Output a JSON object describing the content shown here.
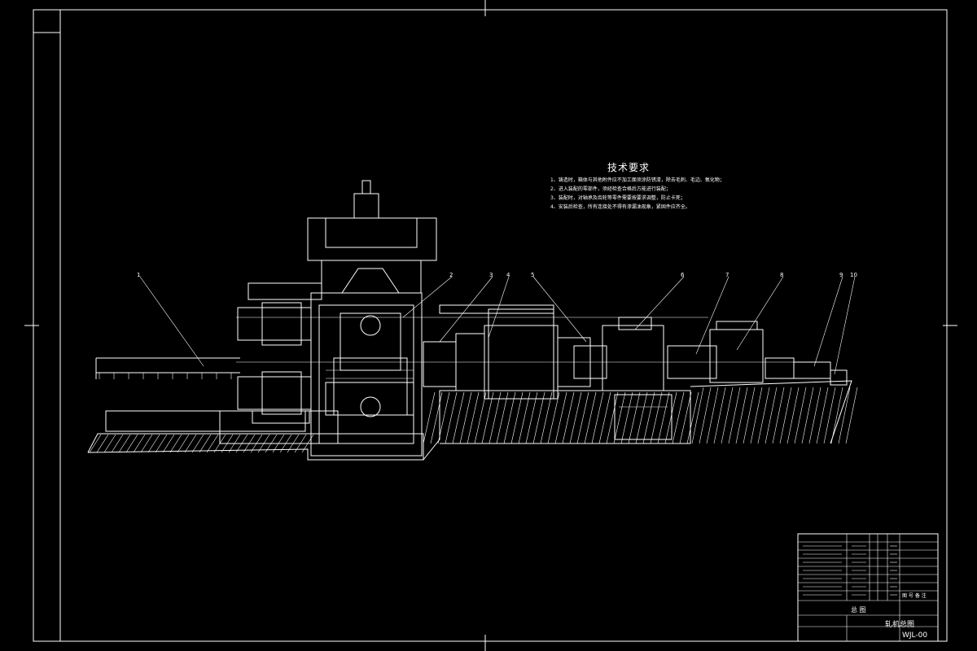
{
  "tech_requirements": {
    "title": "技术要求",
    "items": [
      "1、铸造时，箱体与其他附件应不加工面须涂防锈漆，除去毛刺、毛边、氧化物；",
      "2、进入装配的零部件，须经检查合格后方能进行装配；",
      "3、装配时，对轴承及齿轮等零件需要按要求调整，防止卡死；",
      "4、安装后检查，所有连接处不得有渗漏油现象，紧固件应齐全。"
    ]
  },
  "callouts": [
    "1",
    "2",
    "3",
    "4",
    "5",
    "6",
    "7",
    "8",
    "9",
    "10"
  ],
  "title_block": {
    "drawing_name": "轧机总图",
    "drawing_code": "WJL-00",
    "assembly_label": "总 图",
    "stamp": "图 号 备 注"
  }
}
